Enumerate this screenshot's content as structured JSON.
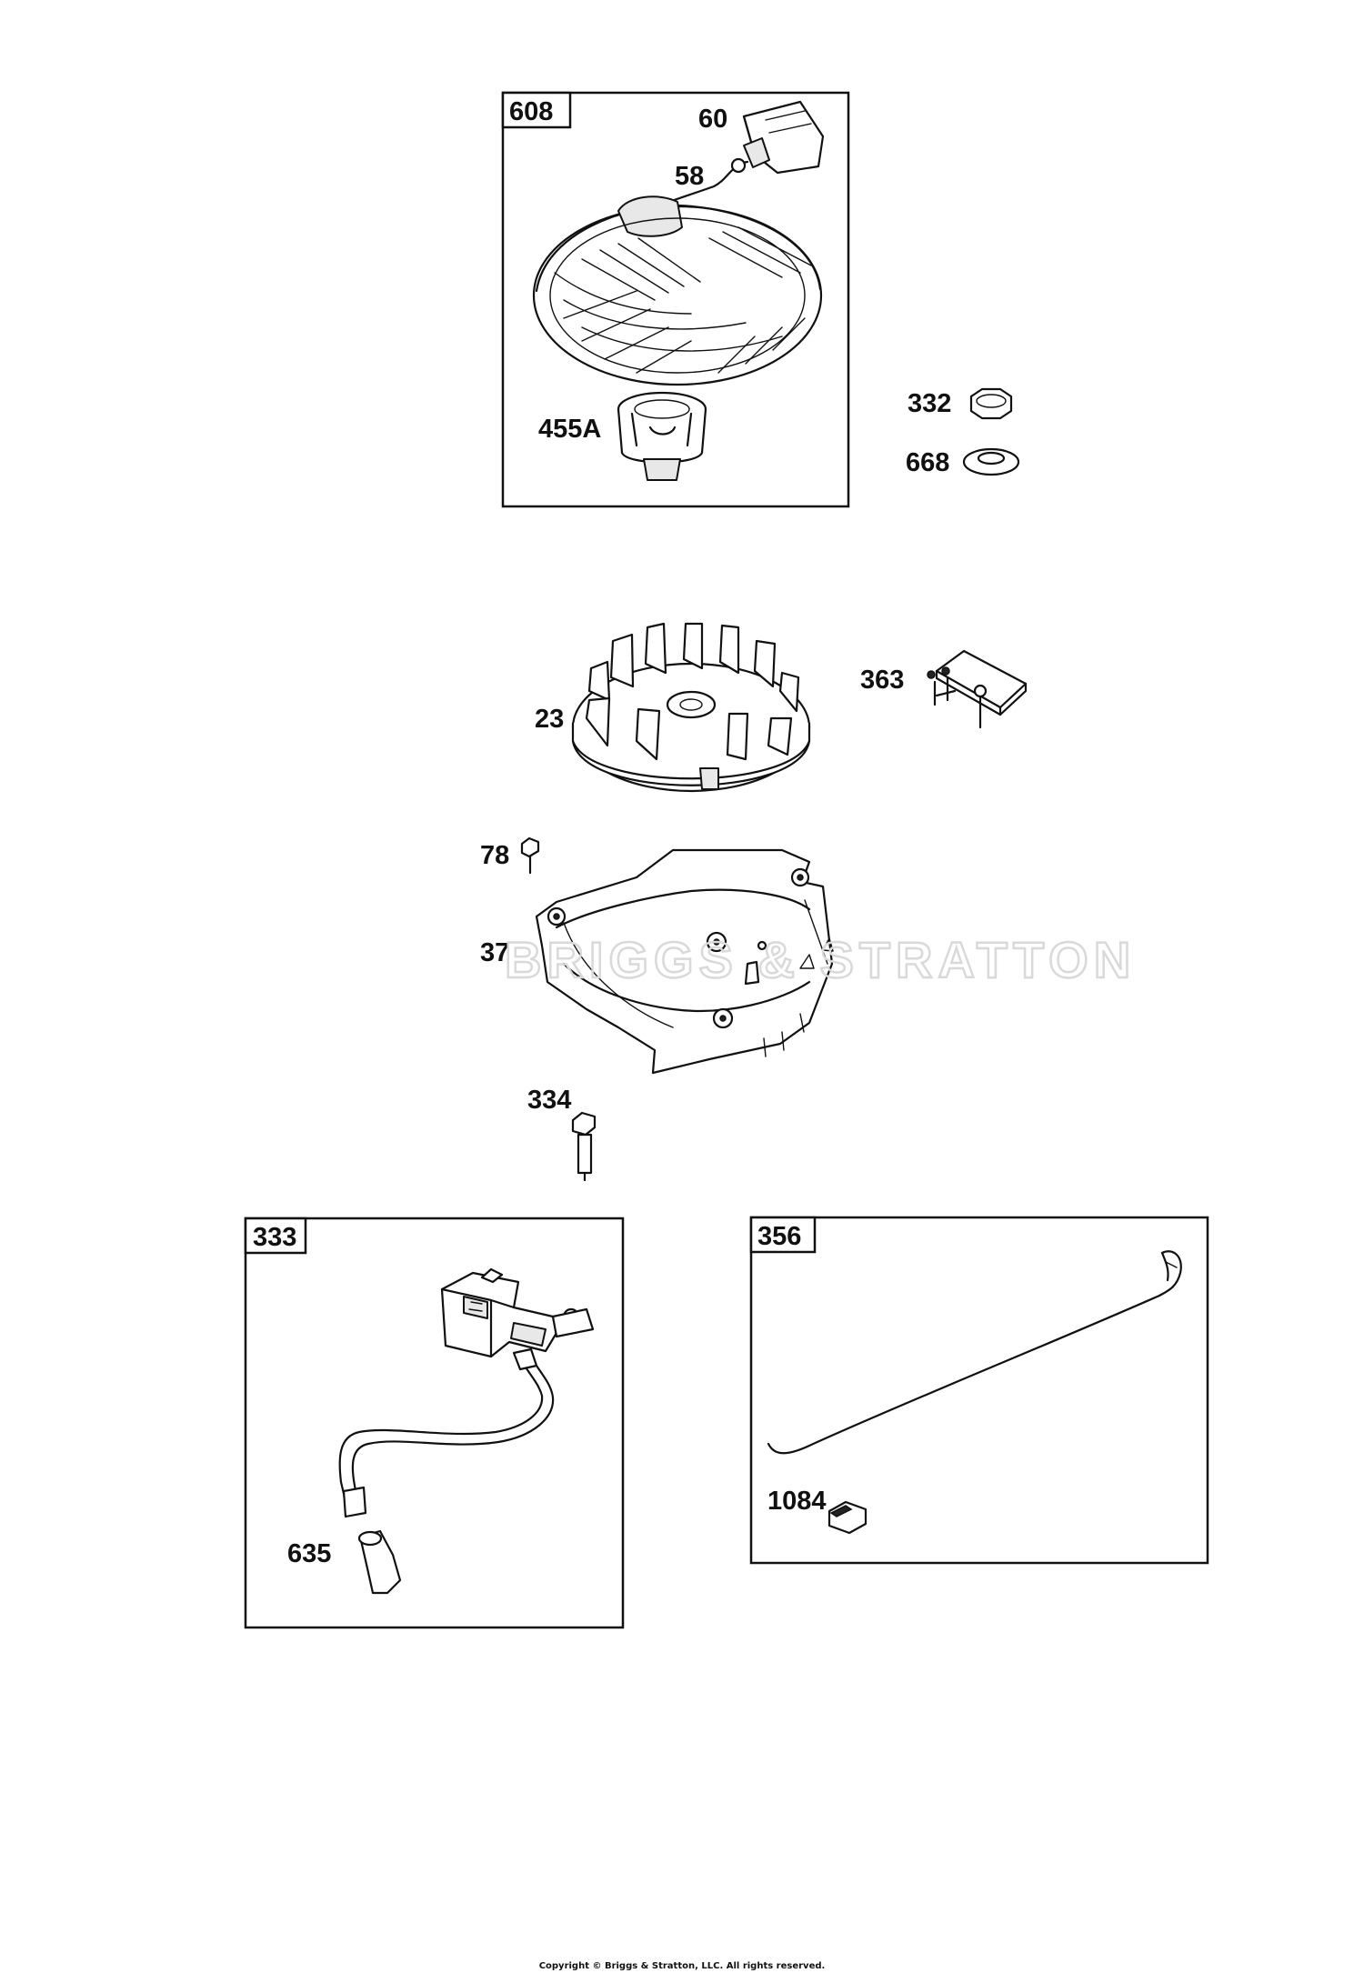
{
  "labels": {
    "box_608": "608",
    "p60": "60",
    "p58": "58",
    "p455a": "455A",
    "p332": "332",
    "p668": "668",
    "p23": "23",
    "p363": "363",
    "p78": "78",
    "p37": "37",
    "p334": "334",
    "box_333": "333",
    "p635": "635",
    "box_356": "356",
    "p1084": "1084"
  },
  "watermark": "BRIGGS & STRATTON",
  "copyright": "Copyright © Briggs & Stratton, LLC. All rights reserved."
}
